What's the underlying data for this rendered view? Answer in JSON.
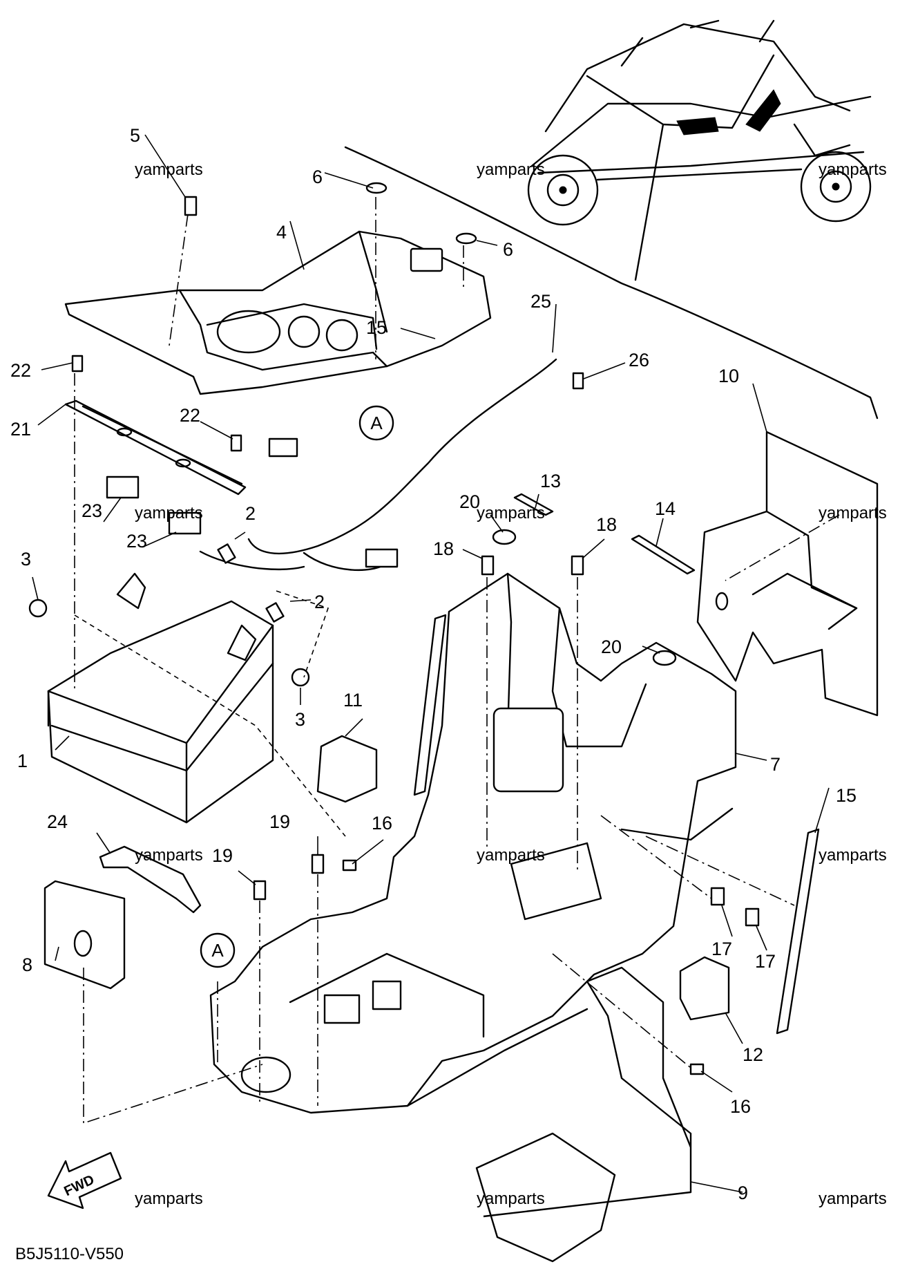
{
  "diagram_code": "B5J5110-V550",
  "watermark": "yamparts",
  "direction_label": "FWD",
  "reference_label": "A",
  "callouts": [
    "1",
    "2",
    "3",
    "4",
    "5",
    "6",
    "7",
    "8",
    "9",
    "10",
    "11",
    "12",
    "13",
    "14",
    "15",
    "16",
    "17",
    "18",
    "19",
    "20",
    "21",
    "22",
    "23",
    "24",
    "25",
    "26"
  ]
}
